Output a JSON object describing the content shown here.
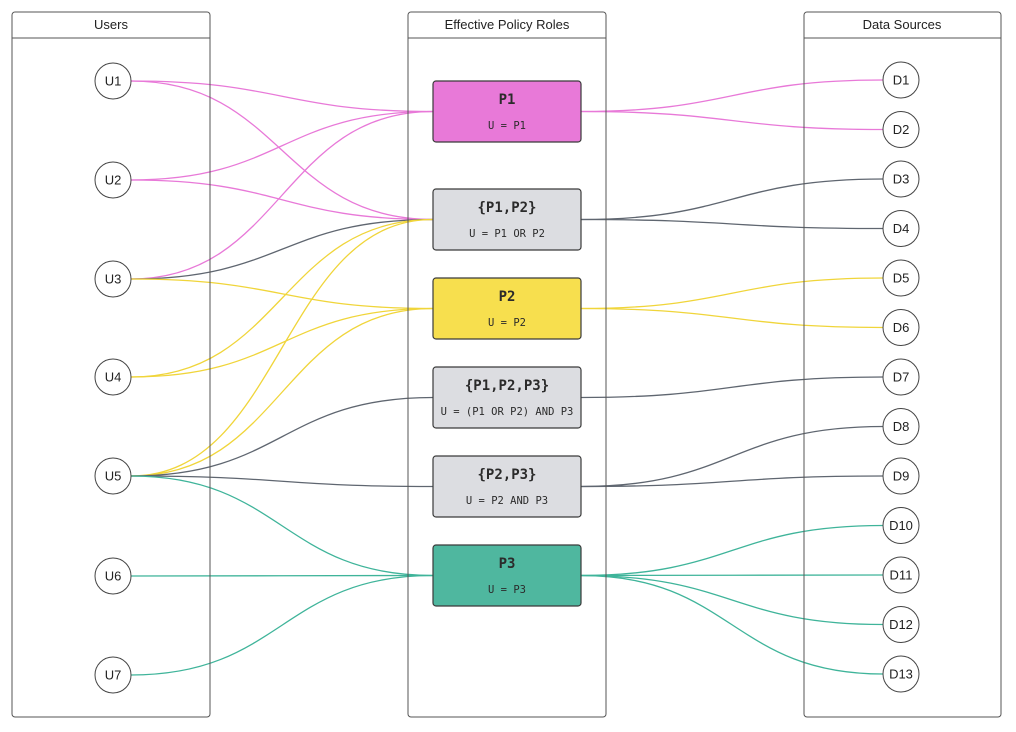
{
  "columns": {
    "users": "Users",
    "roles": "Effective Policy Roles",
    "sources": "Data Sources"
  },
  "colors": {
    "p1": "#e879d8",
    "p1_line": "#e879d8",
    "p2": "#f7df4e",
    "p2_line": "#f0d53a",
    "p3": "#4fb79f",
    "p3_line": "#3fb49a",
    "multi": "#dcdde1",
    "multi_line": "#5f6670"
  },
  "users": [
    "U1",
    "U2",
    "U3",
    "U4",
    "U5",
    "U6",
    "U7"
  ],
  "roles": [
    {
      "id": "p1",
      "title": "P1",
      "rule": "U = P1",
      "color": "p1"
    },
    {
      "id": "p1p2",
      "title": "{P1,P2}",
      "rule": "U = P1 OR P2",
      "color": "multi"
    },
    {
      "id": "p2",
      "title": "P2",
      "rule": "U = P2",
      "color": "p2"
    },
    {
      "id": "p1p2p3",
      "title": "{P1,P2,P3}",
      "rule": "U = (P1 OR P2) AND P3",
      "color": "multi"
    },
    {
      "id": "p2p3",
      "title": "{P2,P3}",
      "rule": "U = P2 AND P3",
      "color": "multi"
    },
    {
      "id": "p3",
      "title": "P3",
      "rule": "U = P3",
      "color": "p3"
    }
  ],
  "sources": [
    "D1",
    "D2",
    "D3",
    "D4",
    "D5",
    "D6",
    "D7",
    "D8",
    "D9",
    "D10",
    "D11",
    "D12",
    "D13"
  ],
  "user_links": [
    {
      "user": "U1",
      "role": "p1",
      "color": "p1_line"
    },
    {
      "user": "U1",
      "role": "p1p2",
      "color": "p1_line"
    },
    {
      "user": "U2",
      "role": "p1",
      "color": "p1_line"
    },
    {
      "user": "U2",
      "role": "p1p2",
      "color": "p1_line"
    },
    {
      "user": "U3",
      "role": "p1",
      "color": "p1_line"
    },
    {
      "user": "U3",
      "role": "p1p2",
      "color": "multi_line"
    },
    {
      "user": "U3",
      "role": "p2",
      "color": "p2_line"
    },
    {
      "user": "U4",
      "role": "p1p2",
      "color": "p2_line"
    },
    {
      "user": "U4",
      "role": "p2",
      "color": "p2_line"
    },
    {
      "user": "U5",
      "role": "p1p2",
      "color": "p2_line"
    },
    {
      "user": "U5",
      "role": "p2",
      "color": "p2_line"
    },
    {
      "user": "U5",
      "role": "p1p2p3",
      "color": "multi_line"
    },
    {
      "user": "U5",
      "role": "p2p3",
      "color": "multi_line"
    },
    {
      "user": "U5",
      "role": "p3",
      "color": "p3_line"
    },
    {
      "user": "U6",
      "role": "p3",
      "color": "p3_line"
    },
    {
      "user": "U7",
      "role": "p3",
      "color": "p3_line"
    }
  ],
  "source_links": [
    {
      "role": "p1",
      "source": "D1",
      "color": "p1_line"
    },
    {
      "role": "p1",
      "source": "D2",
      "color": "p1_line"
    },
    {
      "role": "p1p2",
      "source": "D3",
      "color": "multi_line"
    },
    {
      "role": "p1p2",
      "source": "D4",
      "color": "multi_line"
    },
    {
      "role": "p2",
      "source": "D5",
      "color": "p2_line"
    },
    {
      "role": "p2",
      "source": "D6",
      "color": "p2_line"
    },
    {
      "role": "p1p2p3",
      "source": "D7",
      "color": "multi_line"
    },
    {
      "role": "p2p3",
      "source": "D8",
      "color": "multi_line"
    },
    {
      "role": "p2p3",
      "source": "D9",
      "color": "multi_line"
    },
    {
      "role": "p3",
      "source": "D10",
      "color": "p3_line"
    },
    {
      "role": "p3",
      "source": "D11",
      "color": "p3_line"
    },
    {
      "role": "p3",
      "source": "D12",
      "color": "p3_line"
    },
    {
      "role": "p3",
      "source": "D13",
      "color": "p3_line"
    }
  ]
}
